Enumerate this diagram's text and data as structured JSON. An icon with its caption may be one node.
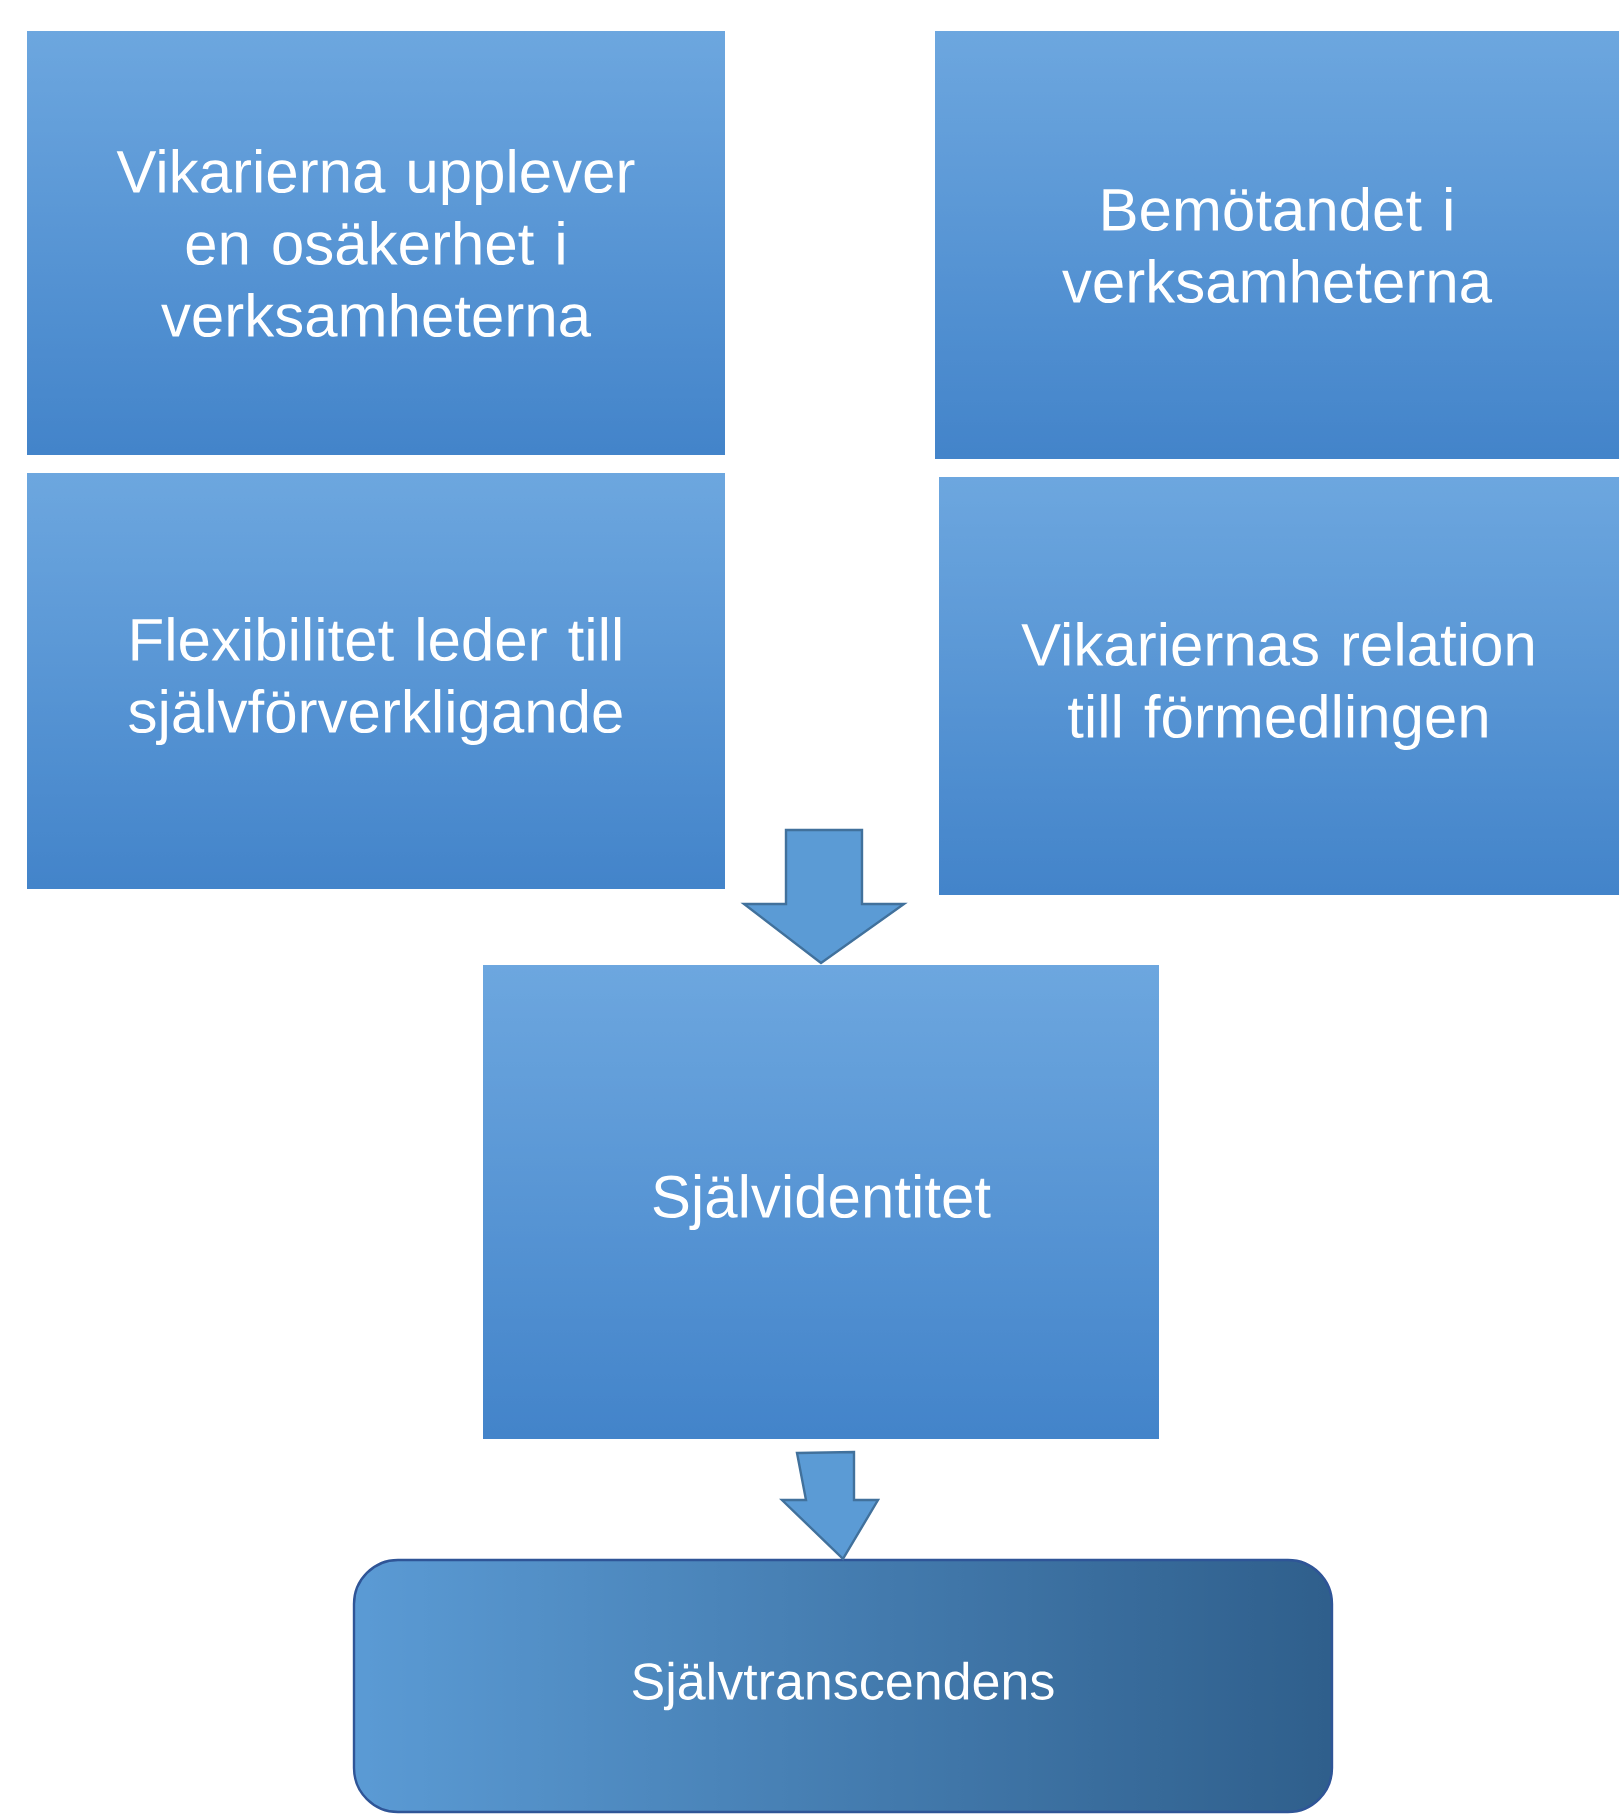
{
  "diagram": {
    "nodes": [
      {
        "text": [
          "Vikarierna upplever en osäkerhet i verksamheterna"
        ]
      },
      {
        "text": [
          "Bemötandet i verksamheterna"
        ]
      },
      {
        "text": [
          "Flexibilitet leder till självförverkligande"
        ]
      },
      {
        "text": [
          "Vikariernas relation till förmedlingen"
        ]
      },
      {
        "text": [
          "Självidentitet"
        ]
      },
      {
        "text": [
          "Självtranscendens"
        ]
      }
    ],
    "edges": [
      {
        "from": null,
        "to": 4,
        "arrow": "to"
      },
      {
        "from": 4,
        "to": 5,
        "arrow": "to"
      }
    ]
  }
}
